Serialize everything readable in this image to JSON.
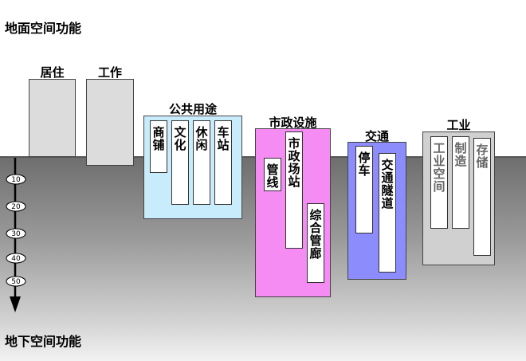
{
  "titles": {
    "above": "地面空间功能",
    "below": "地下空间功能"
  },
  "groups": {
    "residential": {
      "label": "居住"
    },
    "work": {
      "label": "工作"
    },
    "public": {
      "label": "公共用途",
      "items": [
        "商铺",
        "文化",
        "休闲",
        "车站"
      ]
    },
    "municipal": {
      "label": "市政设施",
      "items": [
        "管线",
        "市政场站",
        "综合管廊"
      ]
    },
    "traffic": {
      "label": "交通",
      "items": [
        "停车",
        "交通隧道"
      ]
    },
    "industry": {
      "label": "工业",
      "items": [
        "工业空间",
        "制造",
        "存储"
      ]
    }
  },
  "depth_axis": {
    "ticks": [
      "10",
      "20",
      "30",
      "40",
      "50"
    ]
  },
  "colors": {
    "public": "#c8ecfc",
    "municipal": "#f48cf4",
    "traffic": "#8c8cfc",
    "industry": "#d0d0d0",
    "building": "#dcdcdc"
  }
}
